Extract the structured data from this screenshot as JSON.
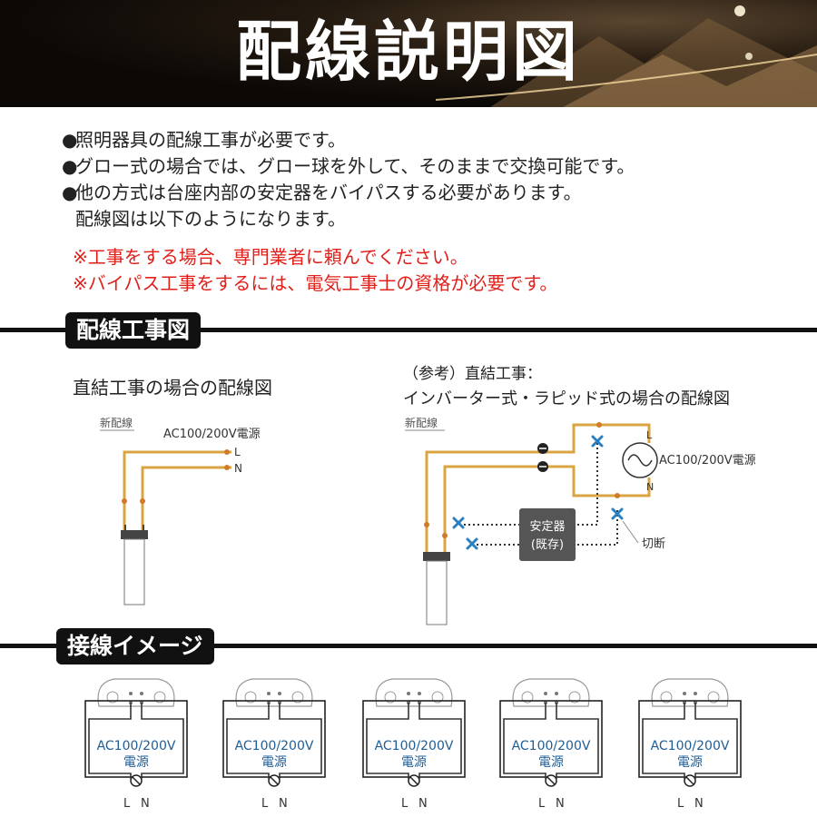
{
  "header": {
    "title": "配線説明図"
  },
  "notes": [
    "照明器具の配線工事が必要です。",
    "グロー式の場合では、グロー球を外して、そのままで交換可能です。",
    "他の方式は台座内部の安定器をバイパスする必要があります。"
  ],
  "notes_continuation": "配線図は以下のようになります。",
  "bullet": "●",
  "warnings": [
    "※工事をする場合、専門業者に頼んでください。",
    "※バイパス工事をするには、電気工事士の資格が必要です。"
  ],
  "section1": {
    "label": "配線工事図",
    "left": {
      "title": "直結工事の場合の配線図",
      "new_wire": "新配線",
      "power": "AC100/200V電源",
      "l": "L",
      "n": "N"
    },
    "right": {
      "title_line1": "（参考）直結工事：",
      "title_line2": "インバーター式・ラピッド式の場合の配線図",
      "new_wire": "新配線",
      "power": "AC100/200V電源",
      "l": "L",
      "n": "N",
      "ballast_line1": "安定器",
      "ballast_line2": "(既存)",
      "cut": "切断"
    }
  },
  "section2": {
    "label": "接線イメージ",
    "fixtures": [
      {
        "power_line1": "AC100/200V",
        "power_line2": "電源",
        "l": "L",
        "n": "N"
      },
      {
        "power_line1": "AC100/200V",
        "power_line2": "電源",
        "l": "L",
        "n": "N"
      },
      {
        "power_line1": "AC100/200V",
        "power_line2": "電源",
        "l": "L",
        "n": "N"
      },
      {
        "power_line1": "AC100/200V",
        "power_line2": "電源",
        "l": "L",
        "n": "N"
      },
      {
        "power_line1": "AC100/200V",
        "power_line2": "電源",
        "l": "L",
        "n": "N"
      }
    ]
  },
  "colors": {
    "wire": "#d9a441",
    "warning": "#e0201b",
    "cross": "#2a7fc0",
    "power_text": "#1f5d96"
  }
}
